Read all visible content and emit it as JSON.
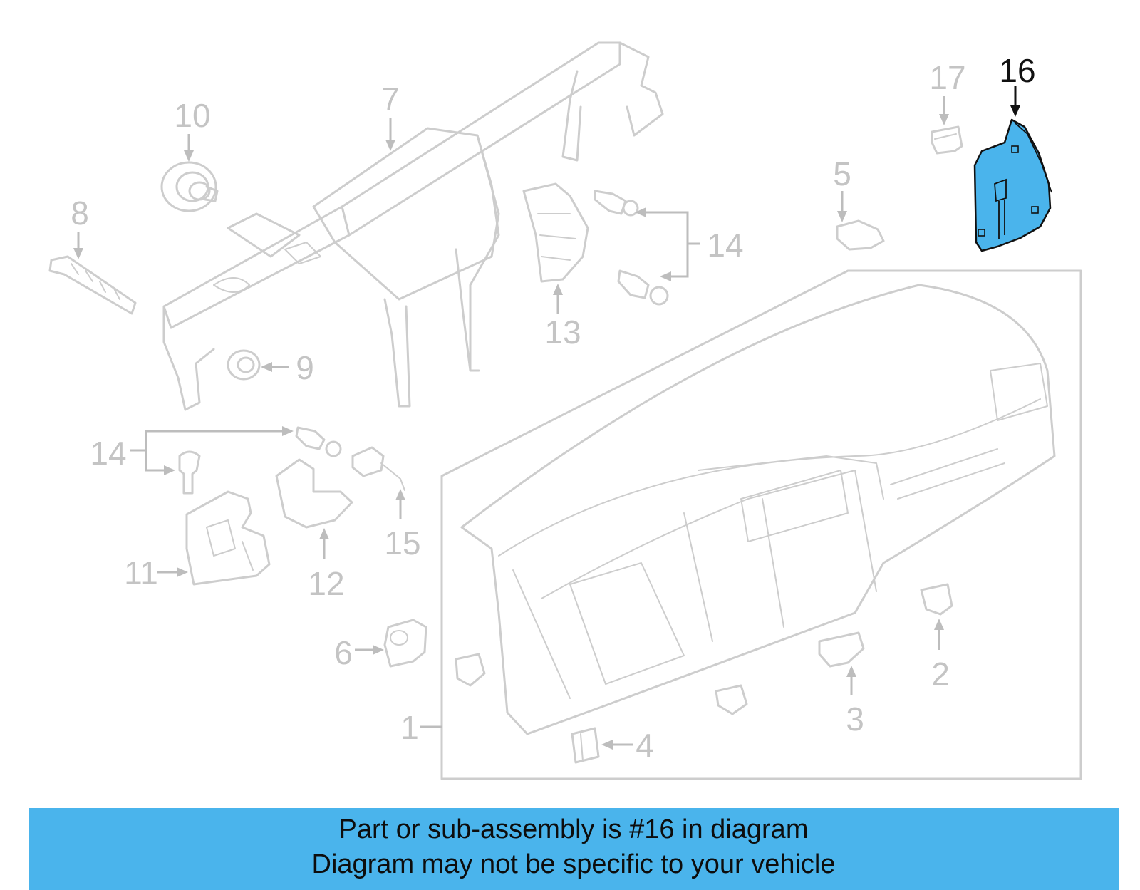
{
  "diagram": {
    "callouts": {
      "c1": "1",
      "c2": "2",
      "c3": "3",
      "c4": "4",
      "c5": "5",
      "c6": "6",
      "c7": "7",
      "c8": "8",
      "c9": "9",
      "c10": "10",
      "c11": "11",
      "c12": "12",
      "c13": "13",
      "c14a": "14",
      "c14b": "14",
      "c15": "15",
      "c16": "16",
      "c17": "17"
    },
    "highlighted_part": "16",
    "colors": {
      "highlight_fill": "#4ab4ec",
      "line_gray": "#cdcdcd",
      "label_gray": "#c4c4c4"
    }
  },
  "caption": {
    "line1": "Part or sub-assembly is #16 in diagram",
    "line2": "Diagram may not be specific to your vehicle"
  }
}
